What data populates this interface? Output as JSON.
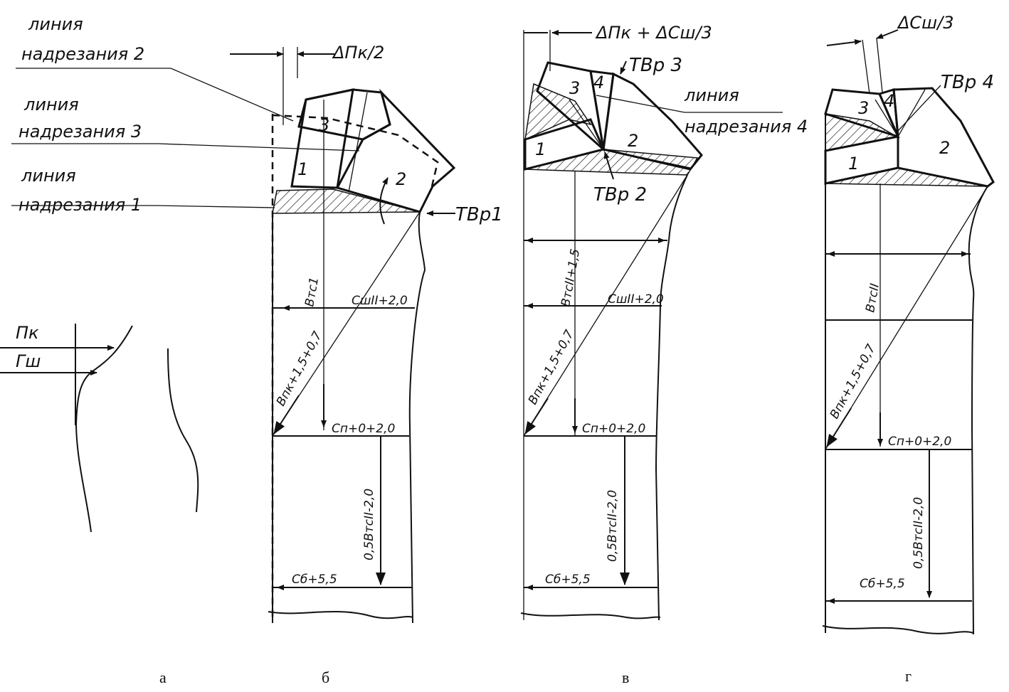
{
  "panel_a": {
    "label_pk": "Пк",
    "label_gsh": "Гш",
    "caption": "а"
  },
  "panel_b": {
    "cut_line_2": {
      "line1": "линия",
      "line2": "надрезания 2"
    },
    "cut_line_3": {
      "line1": "линия",
      "line2": "надрезания 3"
    },
    "cut_line_1": {
      "line1": "линия",
      "line2": "надрезания 1"
    },
    "top_dim": "ΔПк/2",
    "tvr": "ТВр1",
    "piece_1": "1",
    "piece_2": "2",
    "piece_3": "3",
    "vtc": "Втс1",
    "chest_width": "СшII+2,0",
    "diag": "Впк+1,5+0,7",
    "hip_width": "Сп+0+2,0",
    "lower_vert": "0,5ВтсII-2,0",
    "hem_width": "Сб+5,5",
    "caption": "б"
  },
  "panel_v": {
    "top_dim": "ΔПк + ΔСш/3",
    "tvr3": "ТВр 3",
    "tvr2": "ТВр 2",
    "cut_line_4": {
      "line1": "линия",
      "line2": "надрезания 4"
    },
    "piece_1": "1",
    "piece_2": "2",
    "piece_3": "3",
    "piece_4": "4",
    "vtc": "ВтсII+1,5",
    "chest_width": "СшII+2,0",
    "diag": "Впк+1,5+0,7",
    "hip_width": "Сп+0+2,0",
    "lower_vert": "0,5ВтсII-2,0",
    "hem_width": "Сб+5,5",
    "caption": "в"
  },
  "panel_g": {
    "top_dim": "ΔСш/3",
    "tvr4": "ТВр 4",
    "piece_1": "1",
    "piece_2": "2",
    "piece_3": "3",
    "piece_4": "4",
    "vtc": "ВтсII",
    "diag": "Впк+1,5+0,7",
    "hip_width": "Сп+0+2,0",
    "lower_vert": "0,5ВтсII-2,0",
    "hem_width": "Сб+5,5",
    "caption": "г"
  }
}
